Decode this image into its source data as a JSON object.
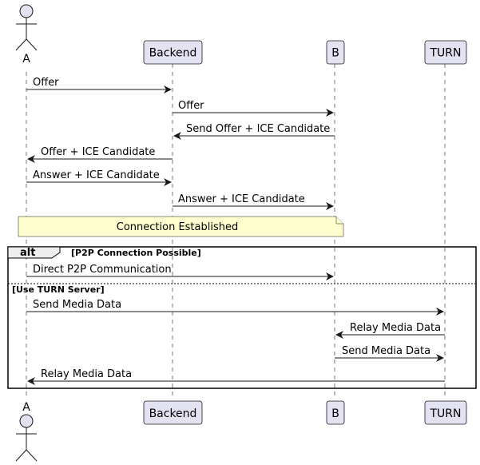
{
  "participants": [
    {
      "id": "A",
      "label": "A",
      "kind": "actor"
    },
    {
      "id": "Backend",
      "label": "Backend",
      "kind": "participant"
    },
    {
      "id": "B",
      "label": "B",
      "kind": "participant"
    },
    {
      "id": "TURN",
      "label": "TURN",
      "kind": "participant"
    }
  ],
  "messages": [
    {
      "from": "A",
      "to": "Backend",
      "label": "Offer"
    },
    {
      "from": "Backend",
      "to": "B",
      "label": "Offer"
    },
    {
      "from": "B",
      "to": "Backend",
      "label": "Send Offer + ICE Candidate"
    },
    {
      "from": "Backend",
      "to": "A",
      "label": "Offer + ICE Candidate"
    },
    {
      "from": "A",
      "to": "Backend",
      "label": "Answer + ICE Candidate"
    },
    {
      "from": "Backend",
      "to": "B",
      "label": "Answer + ICE Candidate"
    }
  ],
  "note": {
    "text": "Connection Established"
  },
  "alt": {
    "keyword": "alt",
    "guard1": "[P2P Connection Possible]",
    "guard2": "[Use TURN Server]",
    "branch1": [
      {
        "from": "A",
        "to": "B",
        "label": "Direct P2P Communication"
      }
    ],
    "branch2": [
      {
        "from": "A",
        "to": "TURN",
        "label": "Send Media Data"
      },
      {
        "from": "TURN",
        "to": "B",
        "label": "Relay Media Data"
      },
      {
        "from": "B",
        "to": "TURN",
        "label": "Send Media Data"
      },
      {
        "from": "TURN",
        "to": "A",
        "label": "Relay Media Data"
      }
    ]
  },
  "colors": {
    "participant_fill": "#e2e2f0",
    "participant_stroke": "#181818",
    "note_fill": "#fefece",
    "lifeline": "#181818"
  }
}
